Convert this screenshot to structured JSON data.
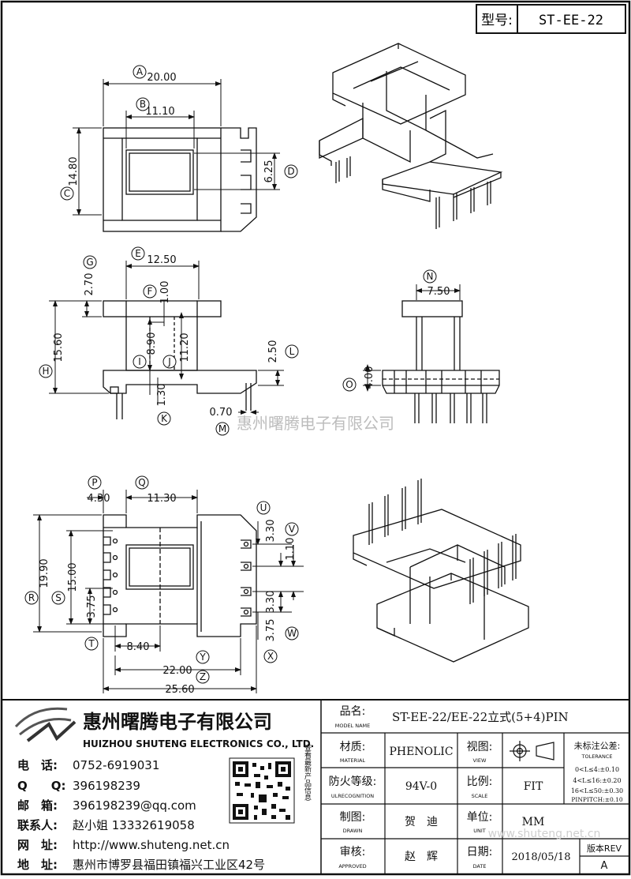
{
  "title_block": {
    "model_label": "型号:",
    "model_value": "ST-EE-22"
  },
  "dims": {
    "A": "A",
    "A_val": "20.00",
    "B": "B",
    "B_val": "11.10",
    "C": "C",
    "C_val": "14.80",
    "D": "D",
    "D_val": "6.25",
    "E": "E",
    "E_val": "12.50",
    "F": "F",
    "F_val": "1.00",
    "G": "G",
    "G_val": "2.70",
    "H": "H",
    "H_val": "15.60",
    "I": "I",
    "I_val": "8.90",
    "J": "J",
    "J_val": "11.20",
    "K": "K",
    "K_val": "1.30",
    "L": "L",
    "L_val": "2.50",
    "M": "M",
    "M_val": "0.70",
    "N": "N",
    "N_val": "7.50",
    "O": "O",
    "O_val": "4.00",
    "P": "P",
    "P_val": "4.30",
    "Q": "Q",
    "Q_val": "11.30",
    "R": "R",
    "R_val": "19.90",
    "S": "S",
    "S_val": "15.00",
    "T": "T",
    "T_val": "3.75",
    "U": "U",
    "U_val": "3.30",
    "V": "V",
    "V_val": "1.10",
    "W": "W",
    "W_val": "3.30",
    "W2_val": "3.75",
    "X": "X",
    "Y": "Y",
    "Y_val": "22.00",
    "Z": "Z",
    "Z_val": "25.60",
    "X_val": "8.40"
  },
  "watermark": "惠州曙腾电子有限公司",
  "watermark2": "www.shuteng.net.cn",
  "company": {
    "name_cn": "惠州曙腾电子有限公司",
    "name_en": "HUIZHOU SHUTENG ELECTRONICS CO., LTD.",
    "tel_label": "电　话:",
    "tel": "0752-6919031",
    "qq_label": "Q　　Q:",
    "qq": "396198239",
    "mail_label": "邮　箱:",
    "mail": "396198239@qq.com",
    "contact_label": "联系人:",
    "contact": "赵小姐 13332619058",
    "web_label": "网　址:",
    "web": "http://www.shuteng.net.cn",
    "addr_label": "地　址:",
    "addr": "惠州市博罗县福田镇福兴工业区42号",
    "qr_caption": "查看最新产品信息"
  },
  "table": {
    "product_label": "品名:",
    "product_label_en": "MODEL NAME",
    "product_value": "ST-EE-22/EE-22立式(5+4)PIN",
    "material_label": "材质:",
    "material_label_en": "MATERIAL",
    "material_value": "PHENOLIC",
    "view_label": "视图:",
    "view_label_en": "VIEW",
    "tolerance_label": "未标注公差:",
    "tolerance_label_en": "TOLERANCE",
    "tol1": "0<L≤4:±0.10",
    "tol2": "4<L≤16:±0.20",
    "tol3": "16<L≤50:±0.30",
    "tol4": "PINPITCH:±0.10",
    "fire_label": "防火等级:",
    "fire_label_en": "ULRECOGNITION",
    "fire_value": "94V-0",
    "scale_label": "比例:",
    "scale_label_en": "SCALE",
    "scale_value": "FIT",
    "drawn_label": "制图:",
    "drawn_label_en": "DRAWN",
    "drawn_value": "贺　迪",
    "unit_label": "单位:",
    "unit_label_en": "UNIT",
    "unit_value": "MM",
    "approved_label": "审核:",
    "approved_label_en": "APPROVED",
    "approved_value": "赵　辉",
    "date_label": "日期:",
    "date_label_en": "DATE",
    "date_value": "2018/05/18",
    "rev_label": "版本REV",
    "rev_value": "A"
  }
}
